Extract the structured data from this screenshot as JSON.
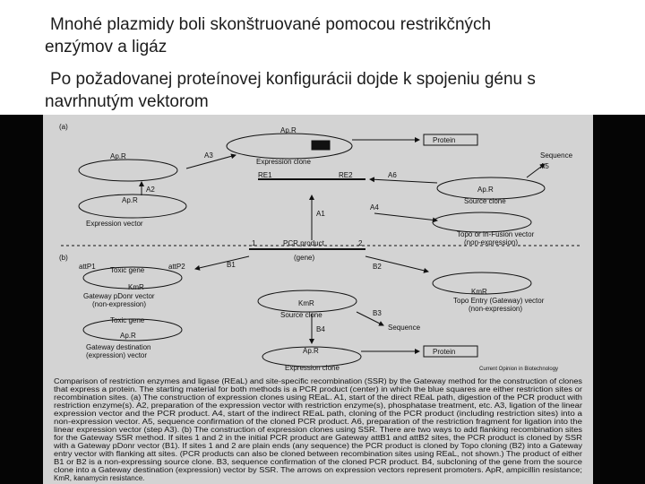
{
  "header": {
    "line1": "Mnohé plazmidy boli skonštruované pomocou restrikčných",
    "line2": "enzýmov a ligáz",
    "line3": "Po požadovanej proteínovej konfigurácii  dojde k spojeniu  génu s",
    "line4": "navrhnutým vektorom"
  },
  "figure": {
    "panel_a": "(a)",
    "panel_b": "(b)",
    "protein_a": "Protein",
    "protein_b": "Protein",
    "sequence_a": "Sequence",
    "sequence_b": "Sequence",
    "expression_clone_a": "Expression clone",
    "expression_clone_b": "Expression clone",
    "expression_vector": "Expression vector",
    "source_clone_a": "Source clone",
    "source_clone_b": "Source clone",
    "topo_vector": "Topo or In-Fusion vector",
    "topo_vector_sub": "(non-expression)",
    "pcr_product": "PCR product",
    "gene": "(gene)",
    "gateway_donr": "Gateway pDonr vector",
    "gateway_donr_sub": "(non-expression)",
    "topo_entry": "Topo Entry (Gateway) vector",
    "topo_entry_sub": "(non-expression)",
    "gateway_dest": "Gateway destination",
    "gateway_dest_sub": "(expression) vector",
    "toxic_gene_1": "Toxic gene",
    "toxic_gene_2": "Toxic gene",
    "attp1": "attP1",
    "attp2": "attP2",
    "rel1": "RE1",
    "re2": "RE2",
    "apr_1": "Ap.R",
    "apr_2": "Ap.R",
    "apr_3": "Ap.R",
    "apr_4": "Ap.R",
    "apr_5": "Ap.R",
    "apr_6": "Ap.R",
    "kmr_1": "KmR",
    "kmr_2": "KmR",
    "kmr_3": "KmR",
    "a1": "A1",
    "a2": "A2",
    "a3": "A3",
    "a4": "A4",
    "a5": "A5",
    "a6": "A6",
    "b1": "B1",
    "b2": "B2",
    "b3": "B3",
    "b4": "B4",
    "one": "1",
    "two": "2",
    "journal": "Current Opinion in Biotechnology"
  },
  "caption": {
    "line1": "Comparison of restriction enzymes and ligase (REaL) and site-specific recombination (SSR) by the Gateway method for the construction of clones",
    "line2": "that express a protein. The starting material for both methods is a PCR product (center) in which the blue squares are either restriction sites or",
    "line3": "recombination sites. (a) The construction of expression clones using REaL. A1, start of the direct REaL path, digestion of the PCR product with",
    "line4": "restriction enzyme(s). A2, preparation of the expression vector with restriction enzyme(s), phosphatase treatment, etc. A3, ligation of the linear",
    "line5": "expression vector and the PCR product. A4, start of the indirect REaL path, cloning of the PCR product (including restriction sites) into a",
    "line6": "non-expression vector. A5, sequence confirmation of the cloned PCR product. A6, preparation of the restriction fragment for ligation into the",
    "line7": "linear expression vector (step A3). (b) The construction of expression clones using SSR. There are two ways to add flanking recombination sites",
    "line8": "for the Gateway SSR method. If sites 1 and 2 in the initial PCR product are Gateway attB1 and attB2 sites, the PCR product is cloned by SSR",
    "line9": "with a Gateway pDonr vector (B1). If sites 1 and 2 are plain ends (any sequence) the PCR product is cloned by Topo cloning (B2) into a Gateway",
    "line10": "entry vector with flanking att sites. (PCR products can also be cloned between recombination sites using REaL, not shown.) The product of either",
    "line11": "B1 or B2 is a non-expressing source clone. B3, sequence confirmation of the cloned PCR product. B4, subcloning of the gene from the source",
    "line12": "clone into a Gateway destination (expression) vector by SSR. The arrows on expression vectors represent promoters. ApR, ampicillin resistance;",
    "line13": "KmR, kanamycin resistance."
  },
  "colors": {
    "background": "#ffffff",
    "text": "#1c1c1c",
    "frame": "#050505",
    "figure_bg": "#d3d3d3"
  }
}
